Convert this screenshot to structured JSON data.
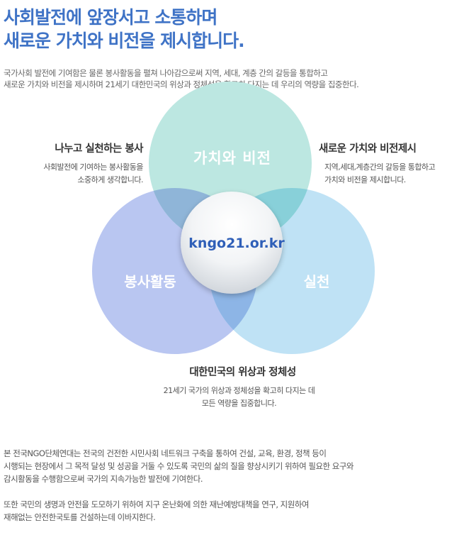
{
  "title": {
    "line1": "사회발전에 앞장서고 소통하며",
    "line2": "새로운 가치와 비전을 제시합니다."
  },
  "intro": {
    "line1": "국가사회 발전에 기여함은 물론 봉사활동을 펼쳐 나아감으로써 지역, 세대, 계층 간의 갈등을 통합하고",
    "line2": "새로운 가치와 비전을 제시하며 21세기 대한민국의 위상과 정체성을 확고히 다지는 데 우리의 역량을 집중한다."
  },
  "venn": {
    "top_label": "가치와 비전",
    "left_label": "봉사활동",
    "right_label": "실천",
    "center_label": "kngo21.or.kr",
    "colors": {
      "top": "#bce7e1",
      "left": "#b9c6f1",
      "right": "#bfe2f5",
      "top_left": "#8fb5d8",
      "top_right": "#88d0d9",
      "left_right": "#8db5e6",
      "center_text": "#2f5fb8"
    }
  },
  "callouts": {
    "left": {
      "title": "나누고 실천하는 봉사",
      "line1": "사회발전에 기여하는 봉사활동을",
      "line2": "소중하게 생각합니다."
    },
    "right": {
      "title": "새로운 가치와 비전제시",
      "line1": "지역,세대,계층간의 갈등을 통합하고",
      "line2": "가치와 비전을 제시합니다."
    },
    "bottom": {
      "title": "대한민국의 위상과 정체성",
      "line1": "21세기 국가의 위상과 정체성을 확고히 다지는 데",
      "line2": "모든 역량을 집중합니다."
    }
  },
  "description": {
    "p1_line1": "본 전국NGO단체연대는 전국의 건전한 시민사회 네트워크 구축을 통하여 건설, 교육, 환경, 정책 등이",
    "p1_line2": "시행되는 현장에서 그 목적 달성 및 성공을 거둘 수 있도록 국민의 삶의 질을 향상시키기 위하여 필요한 요구와",
    "p1_line3": "감시활동을 수행함으로써  국가의 지속가능한 발전에  기여한다.",
    "p2_line1": "또한 국민의 생명과 안전을 도모하기 위하여 지구 온난화에 의한 재난예방대책을 연구, 지원하여",
    "p2_line2": "재해없는 안전한국토를 건설하는데 이바지한다."
  }
}
